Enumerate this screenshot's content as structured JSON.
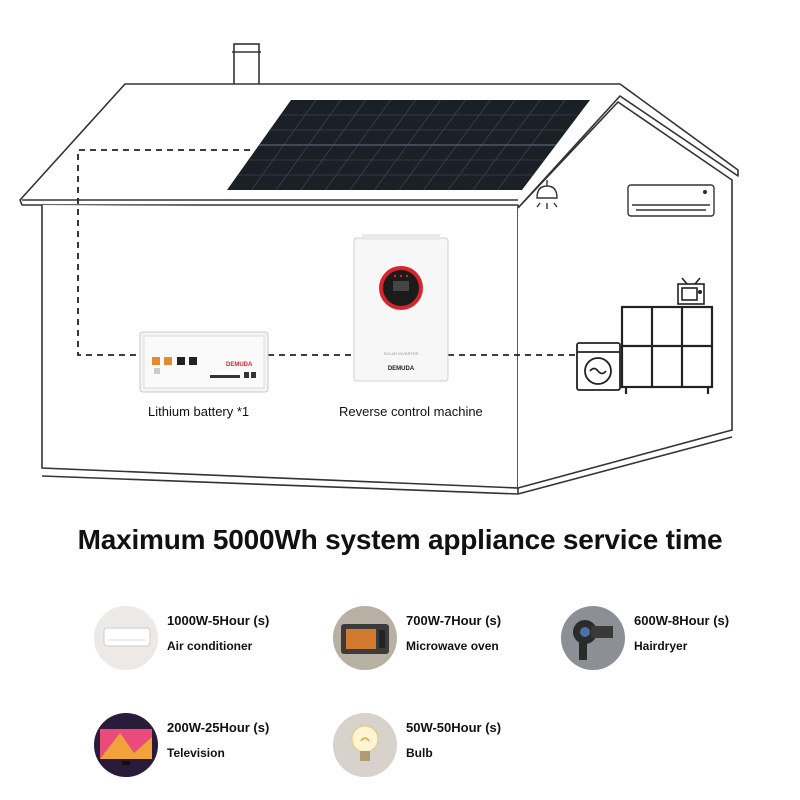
{
  "labels": {
    "battery": "Lithium battery *1",
    "inverter": "Reverse control machine"
  },
  "battery_brand": "DEMUDA",
  "inverter_brand": "DEMUDA",
  "inverter_panel_text": "SOLAR INVERTER",
  "headline": "Maximum 5000Wh system appliance service time",
  "appliances": [
    {
      "power_time": "1000W-5Hour (s)",
      "name": "Air conditioner",
      "icon": "air-conditioner-icon"
    },
    {
      "power_time": "700W-7Hour (s)",
      "name": "Microwave oven",
      "icon": "microwave-icon"
    },
    {
      "power_time": "600W-8Hour (s)",
      "name": "Hairdryer",
      "icon": "hairdryer-icon"
    },
    {
      "power_time": "200W-25Hour (s)",
      "name": "Television",
      "icon": "television-icon"
    },
    {
      "power_time": "50W-50Hour (s)",
      "name": "Bulb",
      "icon": "bulb-icon"
    }
  ],
  "colors": {
    "outline": "#333333",
    "panel": "#1b1f26",
    "accent_red": "#d6262b",
    "battery_orange": "#e68a2e"
  }
}
